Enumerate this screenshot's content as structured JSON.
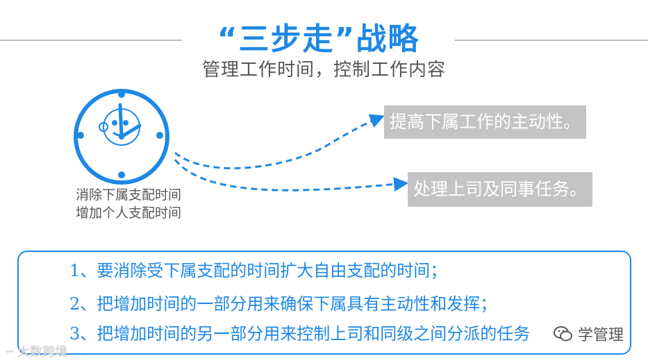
{
  "header": {
    "title": "“三步走”战略",
    "subtitle": "管理工作时间，控制工作内容"
  },
  "clock": {
    "icon": "clock-icon",
    "face_icon": "monkey-face-icon",
    "caption_line1": "消除下属支配时间",
    "caption_line2": "增加个人支配时间"
  },
  "callouts": [
    {
      "text": "提高下属工作的主动性。"
    },
    {
      "text": "处理上司及同事任务。"
    }
  ],
  "list": {
    "items": [
      "1、要消除受下属支配的时间扩大自由支配的时间；",
      "2、把增加时间的一部分用来确保下属具有主动性和发挥；",
      "3、把增加时间的另一部分用来控制上司和同级之间分派的任务"
    ]
  },
  "watermarks": {
    "left": "大数跨境",
    "right": "学管理"
  },
  "colors": {
    "accent": "#1e88e5",
    "callout_bg": "#c4c4c4",
    "text_gray": "#555555"
  }
}
